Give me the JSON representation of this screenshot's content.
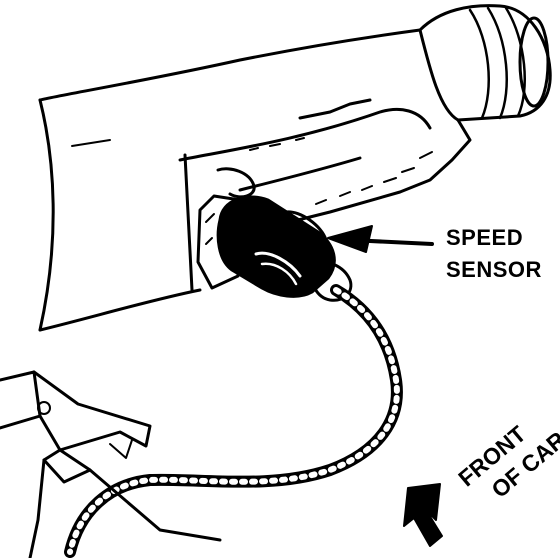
{
  "labels": {
    "sensor_line1": "SPEED",
    "sensor_line2": "SENSOR",
    "front_line1": "FRONT",
    "front_line2": "OF CAR"
  },
  "colors": {
    "ink": "#000000",
    "paper": "#ffffff"
  }
}
